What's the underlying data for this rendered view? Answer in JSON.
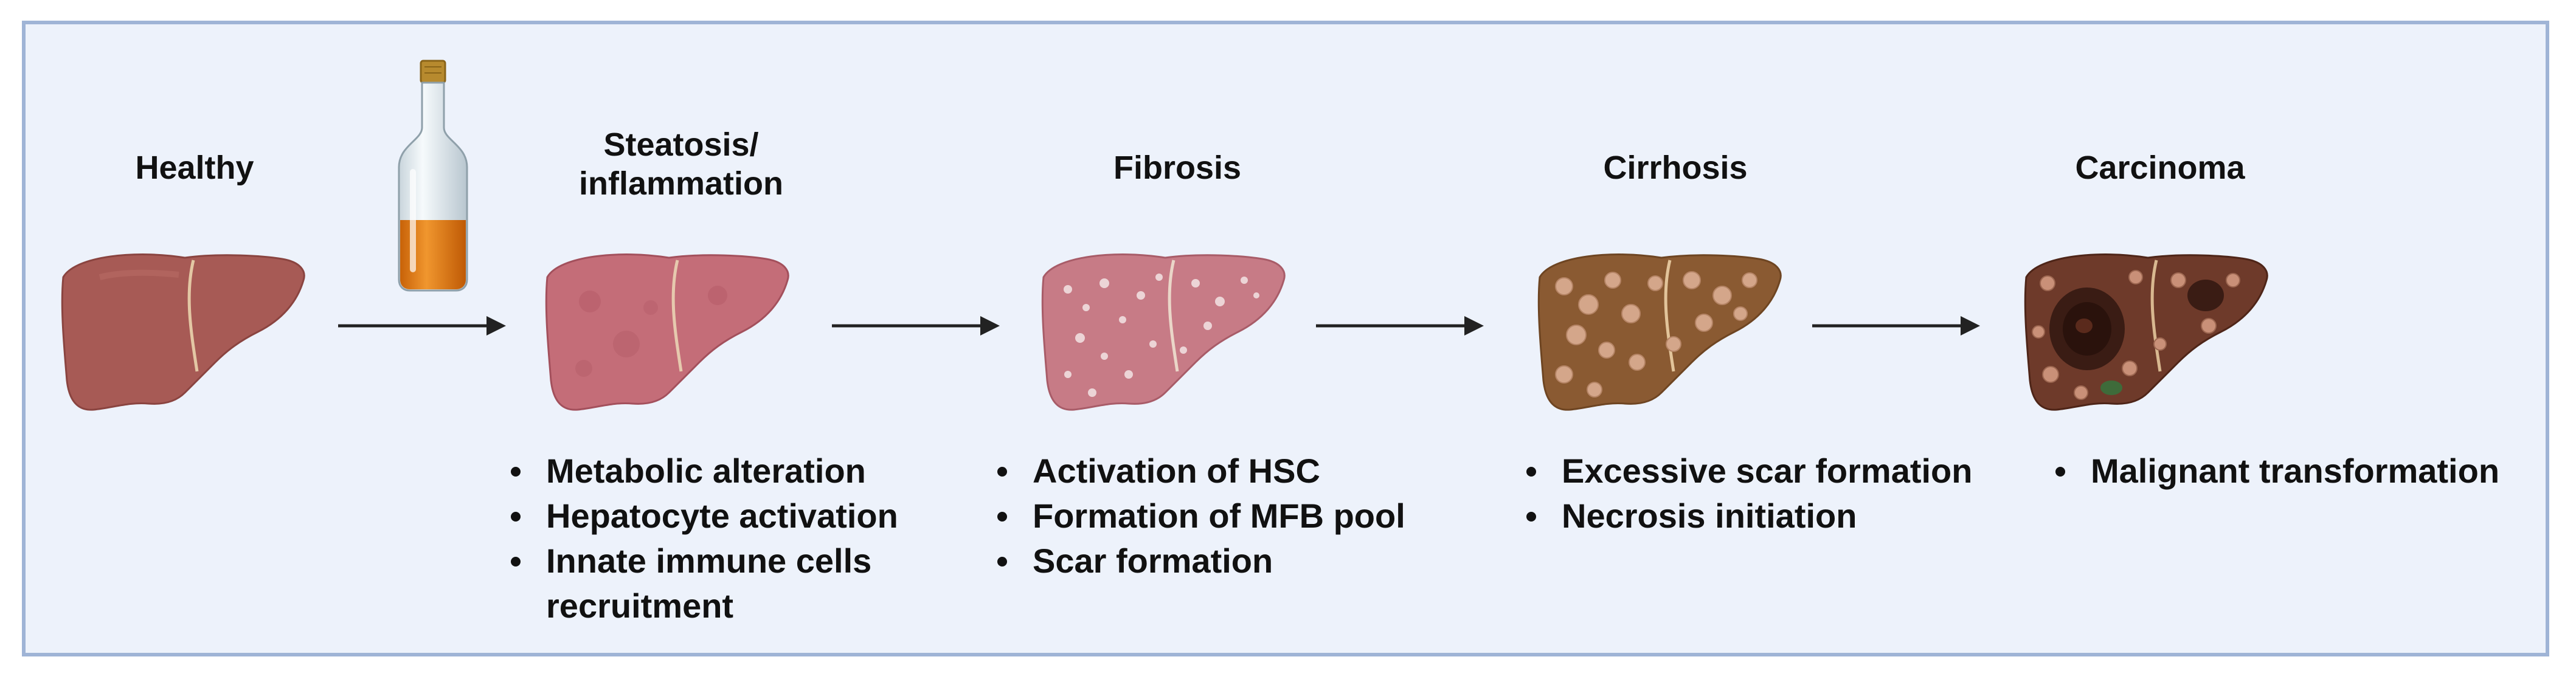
{
  "stages": [
    {
      "id": "healthy",
      "title_lines": [
        "Healthy"
      ],
      "bullets": []
    },
    {
      "id": "steatosis",
      "title_lines": [
        "Steatosis/",
        "inflammation"
      ],
      "bullets": [
        "Metabolic alteration",
        "Hepatocyte activation",
        "Innate immune cells",
        "recruitment"
      ]
    },
    {
      "id": "fibrosis",
      "title_lines": [
        "Fibrosis"
      ],
      "bullets": [
        "Activation of HSC",
        "Formation of MFB pool",
        "Scar formation"
      ]
    },
    {
      "id": "cirrhosis",
      "title_lines": [
        "Cirrhosis"
      ],
      "bullets": [
        "Excessive scar formation",
        "Necrosis initiation"
      ]
    },
    {
      "id": "carcinoma",
      "title_lines": [
        "Carcinoma"
      ],
      "bullets": [
        "Malignant transformation"
      ]
    }
  ],
  "colors": {
    "background": "#edf2fb",
    "border": "#9fb4d6",
    "healthy_liver": "#a75a55",
    "steatosis_liver": "#c46d78",
    "fibrosis_liver": "#c77b86",
    "cirrhosis_liver": "#8a5a32",
    "carcinoma_liver": "#6e3a2a",
    "nodule": "#d4a68a",
    "bottle_liquid": "#e07d14",
    "arrow": "#222222"
  },
  "icons": [
    "liver-icon",
    "alcohol-bottle-icon",
    "arrow-right-icon"
  ]
}
